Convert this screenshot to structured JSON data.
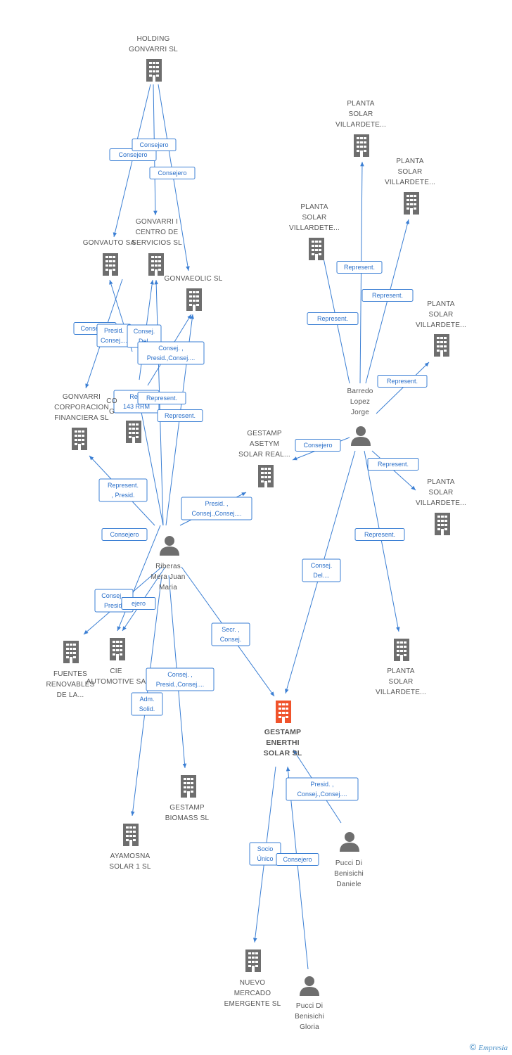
{
  "nodes": [
    {
      "id": "holding",
      "type": "company",
      "lines": [
        "HOLDING",
        "GONVARRI SL"
      ]
    },
    {
      "id": "gonvauto",
      "type": "company",
      "lines": [
        "GONVAUTO SA"
      ]
    },
    {
      "id": "gcs",
      "type": "company",
      "lines": [
        "GONVARRI I",
        "CENTRO DE",
        "SERVICIOS SL"
      ]
    },
    {
      "id": "gonvaeolic",
      "type": "company",
      "lines": [
        "GONVAEOLIC SL"
      ]
    },
    {
      "id": "gcf",
      "type": "company",
      "lines": [
        "GONVARRI",
        "CORPORACION",
        "FINANCIERA SL"
      ]
    },
    {
      "id": "c143",
      "type": "company",
      "lines": [
        "CO",
        "G"
      ]
    },
    {
      "id": "asetym",
      "type": "company",
      "lines": [
        "GESTAMP",
        "ASETYM",
        "SOLAR REAL..."
      ]
    },
    {
      "id": "fuentes",
      "type": "company",
      "lines": [
        "FUENTES",
        "RENOVABLES",
        "DE LA..."
      ]
    },
    {
      "id": "cie",
      "type": "company",
      "lines": [
        "CIE",
        "AUTOMOTIVE SA"
      ]
    },
    {
      "id": "biomass",
      "type": "company",
      "lines": [
        "GESTAMP",
        "BIOMASS  SL"
      ]
    },
    {
      "id": "ayamosna",
      "type": "company",
      "lines": [
        "AYAMOSNA",
        "SOLAR 1 SL"
      ]
    },
    {
      "id": "enerthi",
      "type": "main",
      "lines": [
        "GESTAMP",
        "ENERTHI",
        "SOLAR SL"
      ]
    },
    {
      "id": "nuevo",
      "type": "company",
      "lines": [
        "NUEVO",
        "MERCADO",
        "EMERGENTE SL"
      ]
    },
    {
      "id": "psv1",
      "type": "company",
      "lines": [
        "PLANTA",
        "SOLAR",
        "VILLARDETE..."
      ]
    },
    {
      "id": "psv2",
      "type": "company",
      "lines": [
        "PLANTA",
        "SOLAR",
        "VILLARDETE..."
      ]
    },
    {
      "id": "psv3",
      "type": "company",
      "lines": [
        "PLANTA",
        "SOLAR",
        "VILLARDETE..."
      ]
    },
    {
      "id": "psv4",
      "type": "company",
      "lines": [
        "PLANTA",
        "SOLAR",
        "VILLARDETE..."
      ]
    },
    {
      "id": "psv5",
      "type": "company",
      "lines": [
        "PLANTA",
        "SOLAR",
        "VILLARDETE..."
      ]
    },
    {
      "id": "psv6",
      "type": "company",
      "lines": [
        "PLANTA",
        "SOLAR",
        "VILLARDETE..."
      ]
    },
    {
      "id": "ribera",
      "type": "person",
      "lines": [
        "Riberas",
        "Mera Juan",
        "Maria"
      ]
    },
    {
      "id": "barredo",
      "type": "person",
      "lines": [
        "Barredo",
        "Lopez",
        "Jorge"
      ]
    },
    {
      "id": "pucci_d",
      "type": "person",
      "lines": [
        "Pucci Di",
        "Benisichi",
        "Daniele"
      ]
    },
    {
      "id": "pucci_g",
      "type": "person",
      "lines": [
        "Pucci Di",
        "Benisichi",
        "Gloria"
      ]
    }
  ],
  "edges": [
    {
      "lines": [
        "Consejero"
      ]
    },
    {
      "lines": [
        "Consejero"
      ]
    },
    {
      "lines": [
        "Consejero"
      ]
    },
    {
      "lines": [
        "Consejero"
      ]
    },
    {
      "lines": [
        "Presid.",
        "Consej...."
      ]
    },
    {
      "lines": [
        "Consej.",
        "Del."
      ]
    },
    {
      "lines": [
        "Consej. ,",
        "Presid.,Consej...."
      ]
    },
    {
      "lines": [
        "Repr",
        "143 RRM"
      ]
    },
    {
      "lines": [
        "Represent."
      ]
    },
    {
      "lines": [
        "Represent."
      ]
    },
    {
      "lines": [
        "Represent.",
        ", Presid."
      ]
    },
    {
      "lines": [
        "Consejero"
      ]
    },
    {
      "lines": [
        "Presid. ,",
        "Consej.,Consej...."
      ]
    },
    {
      "lines": [
        "Consej. ,",
        "Presid."
      ]
    },
    {
      "lines": [
        "ejero"
      ]
    },
    {
      "lines": [
        "Secr. ,",
        "Consej."
      ]
    },
    {
      "lines": [
        "Consej. ,",
        "Presid.,Consej...."
      ]
    },
    {
      "lines": [
        "Adm.",
        "Solid."
      ]
    },
    {
      "lines": [
        "Represent."
      ]
    },
    {
      "lines": [
        "Represent."
      ]
    },
    {
      "lines": [
        "Represent."
      ]
    },
    {
      "lines": [
        "Represent."
      ]
    },
    {
      "lines": [
        "Consejero"
      ]
    },
    {
      "lines": [
        "Represent."
      ]
    },
    {
      "lines": [
        "Represent."
      ]
    },
    {
      "lines": [
        "Consej.",
        "Del...."
      ]
    },
    {
      "lines": [
        "Presid. ,",
        "Consej.,Consej...."
      ]
    },
    {
      "lines": [
        "Socio",
        "Único"
      ]
    },
    {
      "lines": [
        "Consejero"
      ]
    }
  ],
  "colors": {
    "edge": "#3b7fd4",
    "node": "#6e6e6e",
    "main": "#f0532b",
    "label": "#555555"
  },
  "footer": {
    "symbol": "©",
    "brand": "Empresia"
  }
}
